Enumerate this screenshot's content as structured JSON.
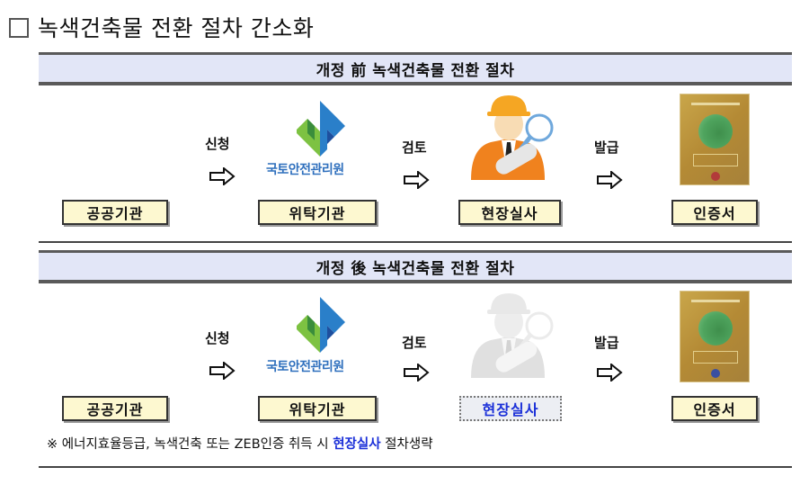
{
  "title": {
    "checkbox_icon": "empty-square",
    "text": "녹색건축물 전환 절차 간소화"
  },
  "before": {
    "header": "개정 前 녹색건축물 전환 절차",
    "steps": [
      {
        "label": "공공기관",
        "state": "normal"
      },
      {
        "label": "위탁기관",
        "state": "normal",
        "logo_text": "국토안전관리원"
      },
      {
        "label": "현장실사",
        "state": "normal",
        "icon": "inspector-icon"
      },
      {
        "label": "인증서",
        "state": "normal",
        "icon": "certificate-plaque-icon"
      }
    ],
    "transitions": [
      {
        "verb": "신청",
        "icon": "right-arrow-outline"
      },
      {
        "verb": "검토",
        "icon": "right-arrow-outline"
      },
      {
        "verb": "발급",
        "icon": "right-arrow-outline"
      }
    ]
  },
  "after": {
    "header": "개정 後 녹색건축물 전환 절차",
    "steps": [
      {
        "label": "공공기관",
        "state": "normal"
      },
      {
        "label": "위탁기관",
        "state": "normal",
        "logo_text": "국토안전관리원"
      },
      {
        "label": "현장실사",
        "state": "skipped",
        "icon": "inspector-icon-grayed"
      },
      {
        "label": "인증서",
        "state": "normal",
        "icon": "certificate-plaque-icon"
      }
    ],
    "transitions": [
      {
        "verb": "신청",
        "icon": "right-arrow-outline"
      },
      {
        "verb": "검토",
        "icon": "right-arrow-outline"
      },
      {
        "verb": "발급",
        "icon": "right-arrow-outline"
      }
    ]
  },
  "note": {
    "prefix": "※ 에너지효율등급, 녹색건축 또는 ZEB인증 취득 시 ",
    "highlight": "현장실사",
    "suffix": " 절차생략"
  },
  "colors": {
    "header_bg": "#e2e6f7",
    "label_bg": "#fdf8d0",
    "highlight_blue": "#1a2fd8",
    "logo_green": "#7dc242",
    "logo_blue": "#2a7fc9"
  }
}
